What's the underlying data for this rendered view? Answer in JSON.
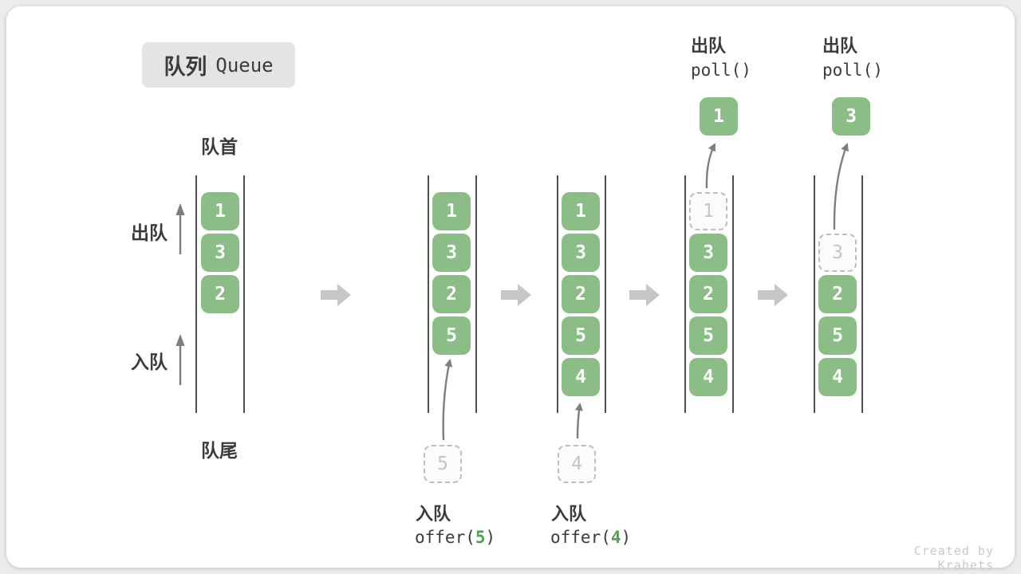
{
  "title": {
    "zh": "队列",
    "en": "Queue"
  },
  "labels": {
    "front": "队首",
    "rear": "队尾",
    "dequeue": "出队",
    "enqueue": "入队"
  },
  "states": [
    {
      "boxes": [
        "1",
        "3",
        "2"
      ]
    },
    {
      "boxes": [
        "1",
        "3",
        "2",
        "5"
      ],
      "ghost": "5",
      "op_action": "入队",
      "op_code_pre": "offer(",
      "op_arg": "5",
      "op_code_post": ")"
    },
    {
      "boxes": [
        "1",
        "3",
        "2",
        "5",
        "4"
      ],
      "ghost": "4",
      "op_action": "入队",
      "op_code_pre": "offer(",
      "op_arg": "4",
      "op_code_post": ")"
    },
    {
      "boxes": [
        "3",
        "2",
        "5",
        "4"
      ],
      "ghost_slot": "1",
      "popped": "1",
      "op_action": "出队",
      "op_code": "poll()"
    },
    {
      "boxes": [
        "2",
        "5",
        "4"
      ],
      "ghost_slot": "3",
      "popped": "3",
      "op_action": "出队",
      "op_code": "poll()"
    }
  ],
  "footer": {
    "credit": "Created by Krahets"
  },
  "colors": {
    "item_green": "#8cbd87",
    "code_arg_green": "#55a050",
    "flow_arrow_gray": "#c6c6c6",
    "thin_arrow_gray": "#7e7e7e",
    "wall_gray": "#4f4f4f",
    "badge_gray": "#e4e4e4",
    "text_dark": "#3b3b3b",
    "ghost_gray": "#c4c4c4"
  }
}
